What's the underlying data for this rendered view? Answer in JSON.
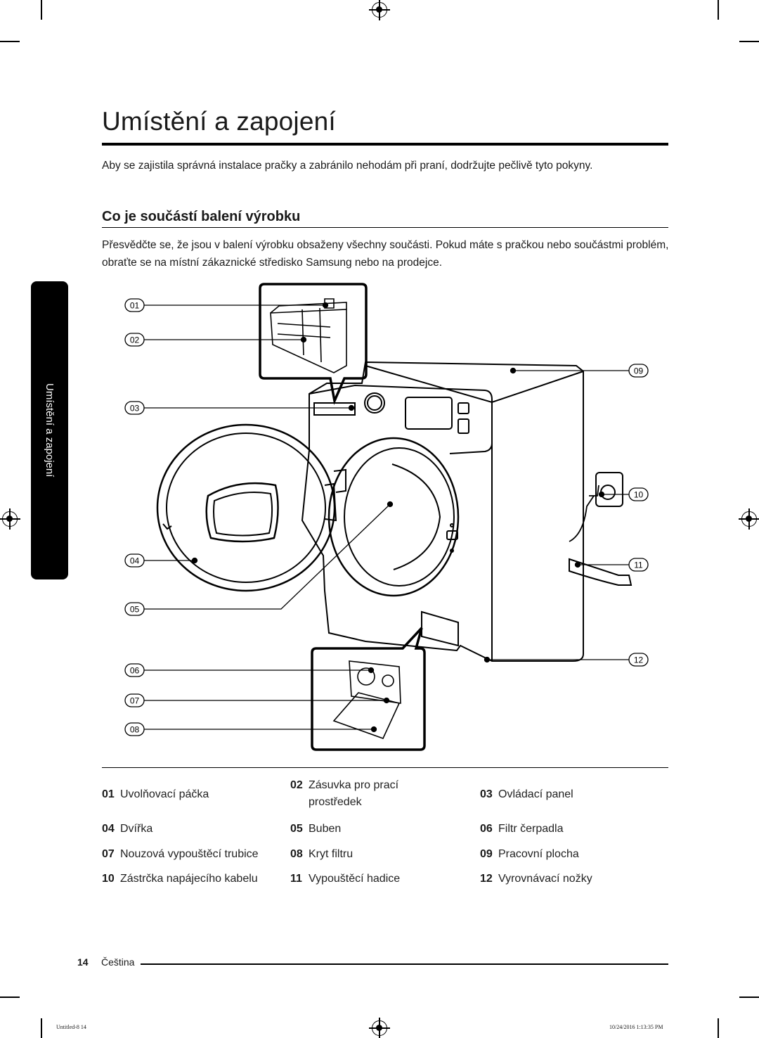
{
  "page": {
    "title": "Umístění a zapojení",
    "intro": "Aby se zajistila správná instalace pračky a zabránilo nehodám při praní, dodržujte pečlivě tyto pokyny.",
    "section_title": "Co je součástí balení výrobku",
    "body": "Přesvědčte se, že jsou v balení výrobku obsaženy všechny součásti. Pokud máte s pračkou nebo součástmi problém, obraťte se na místní zákaznické středisko Samsung nebo na prodejce.",
    "side_tab": "Umístění a zapojení"
  },
  "callouts": [
    "01",
    "02",
    "03",
    "04",
    "05",
    "06",
    "07",
    "08",
    "09",
    "10",
    "11",
    "12"
  ],
  "parts": [
    {
      "num": "01",
      "label": "Uvolňovací páčka"
    },
    {
      "num": "02",
      "label": "Zásuvka pro prací prostředek"
    },
    {
      "num": "03",
      "label": "Ovládací panel"
    },
    {
      "num": "04",
      "label": "Dvířka"
    },
    {
      "num": "05",
      "label": "Buben"
    },
    {
      "num": "06",
      "label": "Filtr čerpadla"
    },
    {
      "num": "07",
      "label": "Nouzová vypouštěcí trubice"
    },
    {
      "num": "08",
      "label": "Kryt filtru"
    },
    {
      "num": "09",
      "label": "Pracovní plocha"
    },
    {
      "num": "10",
      "label": "Zástrčka napájecího kabelu"
    },
    {
      "num": "11",
      "label": "Vypouštěcí hadice"
    },
    {
      "num": "12",
      "label": "Vyrovnávací nožky"
    }
  ],
  "footer": {
    "page_number": "14",
    "language": "Čeština",
    "slug_left": "Untitled-8   14",
    "slug_right": "10/24/2016   1:13:35 PM"
  }
}
